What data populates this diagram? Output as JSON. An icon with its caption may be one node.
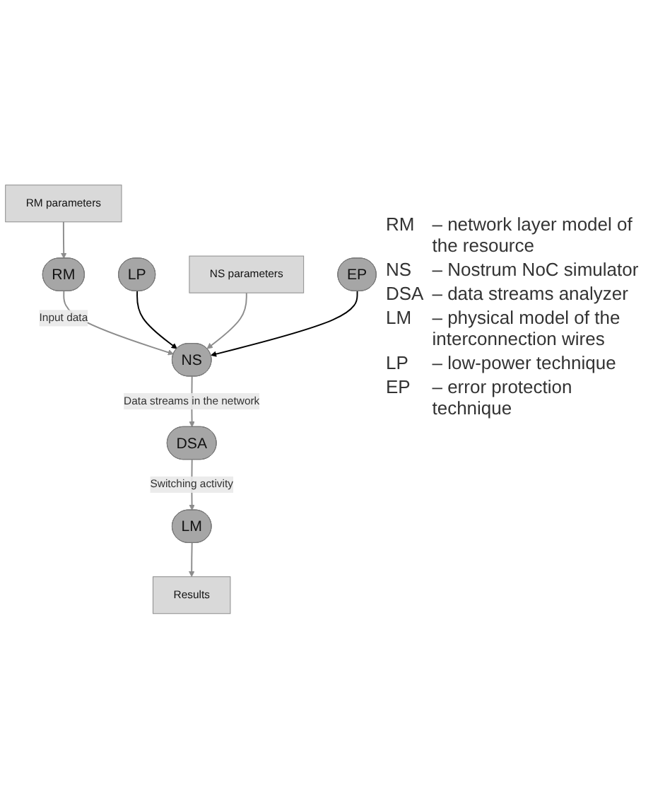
{
  "diagram": {
    "nodes": [
      {
        "text": [
          "RM"
        ]
      },
      {
        "text": [
          "RM parameters"
        ]
      },
      {
        "text": [
          "LP"
        ]
      },
      {
        "text": [
          "NS"
        ]
      },
      {
        "text": [
          "NS parameters"
        ]
      },
      {
        "text": [
          "EP"
        ]
      },
      {
        "text": [
          "DSA"
        ]
      },
      {
        "text": [
          "LM"
        ]
      },
      {
        "text": [
          "Results"
        ]
      }
    ],
    "edges": [
      {
        "from": 1,
        "to": 0,
        "arrow": "to"
      },
      {
        "from": 0,
        "to": 3,
        "arrow": "to",
        "label": "Input data"
      },
      {
        "from": 2,
        "to": 3,
        "arrow": "to",
        "color": "#000000"
      },
      {
        "from": 4,
        "to": 3,
        "arrow": "to"
      },
      {
        "from": 5,
        "to": 3,
        "arrow": "to",
        "color": "#000000"
      },
      {
        "from": 3,
        "to": 6,
        "arrow": "to",
        "label": "Data streams in the network"
      },
      {
        "from": 6,
        "to": 7,
        "arrow": "to",
        "label": "Switching activity"
      },
      {
        "from": 7,
        "to": 8,
        "arrow": "to"
      }
    ],
    "labels": [
      "RM",
      "– network layer model of the resource",
      "NS",
      "– Nostrum NoC simulator",
      "DSA",
      "– data streams analyzer",
      "LM",
      "– physical model of the interconnection wires",
      "LP",
      "– low-power technique",
      "EP",
      "– error protection technique"
    ]
  }
}
